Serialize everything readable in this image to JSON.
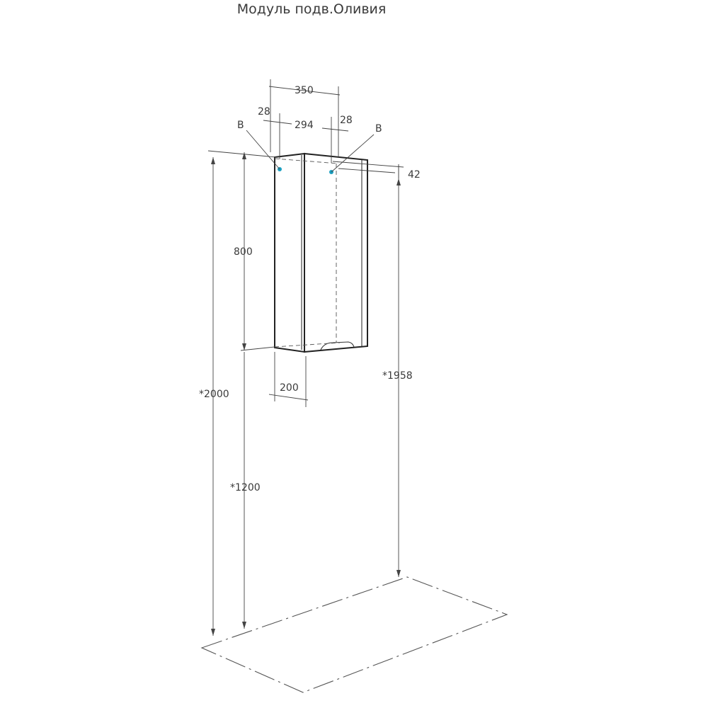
{
  "title": "Модуль подв.Оливия",
  "dimensions": {
    "width_total": "350",
    "side_left": "28",
    "inner_width": "294",
    "side_right": "28",
    "top_offset": "42",
    "height": "800",
    "depth": "200",
    "total_height": "*2000",
    "mount_height": "*1200",
    "right_height": "*1958"
  },
  "markers": {
    "left": "B",
    "right": "B"
  },
  "colors": {
    "marker": "#1a9fc0",
    "line": "#333333"
  }
}
